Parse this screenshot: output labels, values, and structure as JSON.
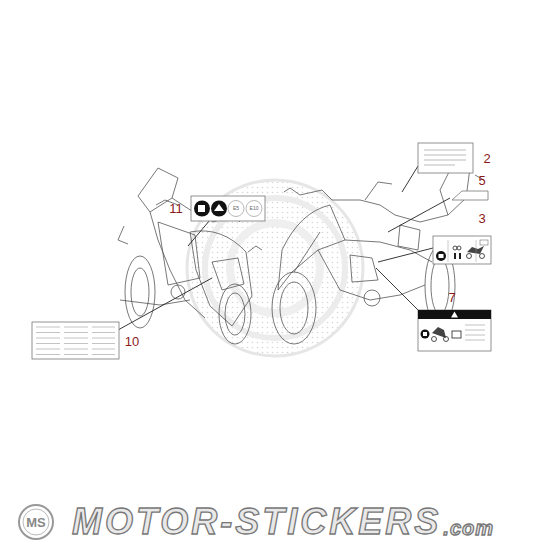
{
  "diagram": {
    "labels": [
      "2",
      "5",
      "11",
      "3",
      "7",
      "10",
      "E5",
      "E10",
      "MS",
      "MOTOR-STICKERS",
      ".com"
    ]
  }
}
